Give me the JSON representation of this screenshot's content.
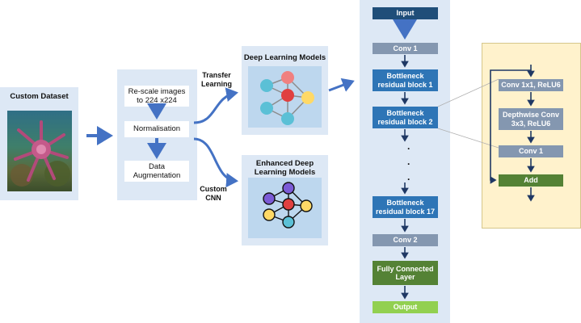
{
  "dataset": {
    "title": "Custom Dataset"
  },
  "preprocessing": {
    "steps": [
      "Re-scale images to 224 x224",
      "Normalisation",
      "Data Augmentation"
    ]
  },
  "branches": {
    "transfer_label": "Transfer Learning",
    "custom_label": "Custom CNN"
  },
  "models": {
    "deep_title": "Deep Learning Models",
    "enhanced_title": "Enhanced Deep Learning Models"
  },
  "architecture": {
    "input": "Input",
    "conv1": "Conv 1",
    "block1": "Bottleneck residual block 1",
    "block2": "Bottleneck residual block 2",
    "dots": ".",
    "block17": "Bottleneck residual block 17",
    "conv2": "Conv 2",
    "fc": "Fully Connected Layer",
    "output": "Output"
  },
  "detail": {
    "conv1x1": "Conv 1x1, ReLU6",
    "depthwise": "Depthwise Conv 3x3, ReLU6",
    "conv1": "Conv 1",
    "add": "Add"
  },
  "colors": {
    "panel": "#dde8f5",
    "navy": "#1f4e79",
    "blue": "#2e75b6",
    "grey": "#8497b0",
    "green": "#548235",
    "light_green": "#92d050",
    "detail_bg": "#fff2cc",
    "arrow": "#4472c4",
    "node_teal": "#5bc0d6",
    "node_pink": "#f08080",
    "node_purple": "#7b5bd6",
    "node_red": "#e04040",
    "node_yellow": "#ffd966"
  }
}
